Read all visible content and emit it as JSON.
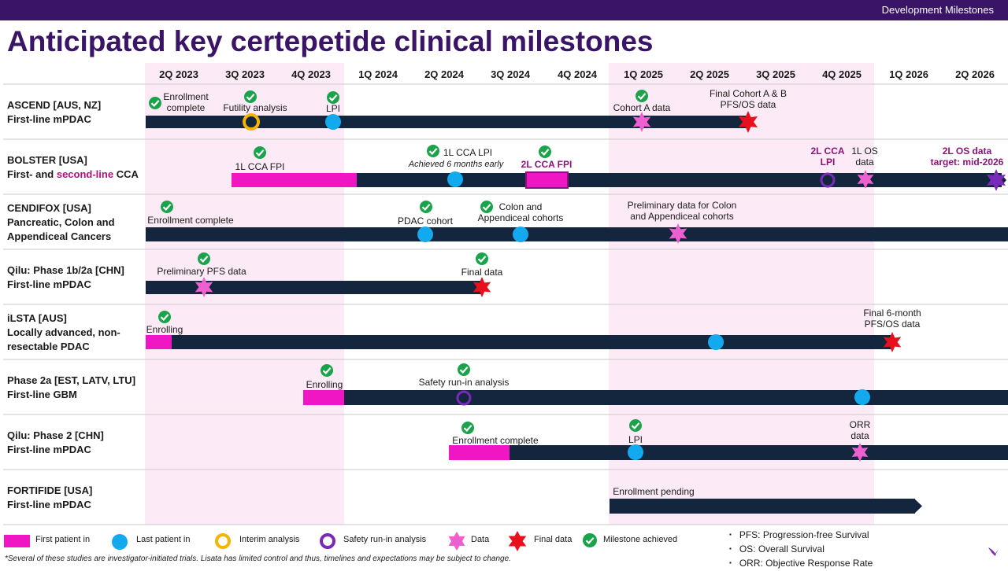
{
  "header": {
    "section": "Development Milestones",
    "title": "Anticipated key certepetide clinical milestones"
  },
  "quarters": [
    "2Q 2023",
    "3Q 2023",
    "4Q 2023",
    "1Q 2024",
    "2Q 2024",
    "3Q 2024",
    "4Q 2024",
    "1Q 2025",
    "2Q 2025",
    "3Q 2025",
    "4Q 2025",
    "1Q 2026",
    "2Q 2026"
  ],
  "trials": [
    {
      "name": "ASCEND [AUS, NZ]",
      "line2": "First-line mPDAC"
    },
    {
      "name": "BOLSTER [USA]",
      "line2_pre": "First- and ",
      "line2_accent": "second-line",
      "line2_post": " CCA"
    },
    {
      "name": "CENDIFOX [USA]",
      "line2": "Pancreatic, Colon and",
      "line3": "Appendiceal Cancers"
    },
    {
      "name": "Qilu: Phase 1b/2a [CHN]",
      "line2": "First-line mPDAC"
    },
    {
      "name": "iLSTA [AUS]",
      "line2": "Locally advanced, non-",
      "line3": "resectable PDAC"
    },
    {
      "name": "Phase 2a [EST, LATV, LTU]",
      "line2": "First-line GBM"
    },
    {
      "name": "Qilu: Phase 2 [CHN]",
      "line2": "First-line mPDAC"
    },
    {
      "name": "FORTIFIDE [USA]",
      "line2": "First-line mPDAC"
    }
  ],
  "labels": {
    "ascend": {
      "enroll1": "Enrollment",
      "enroll2": "complete",
      "futility": "Futility analysis",
      "lpi": "LPI",
      "cohortA": "Cohort A data",
      "final1": "Final Cohort A & B",
      "final2": "PFS/OS data"
    },
    "bolster": {
      "fpi": "1L CCA FPI",
      "lpi": "1L CCA LPI",
      "early": "Achieved 6 months early",
      "fpi2": "2L CCA FPI",
      "lpi2a": "2L CCA",
      "lpi2b": "LPI",
      "os1": "1L OS",
      "os2": "data",
      "target1": "2L OS data",
      "target2": "target: mid-2026"
    },
    "cendifox": {
      "enroll": "Enrollment complete",
      "pdac": "PDAC cohort",
      "colon1": "Colon and",
      "colon2": "Appendiceal cohorts",
      "prelim1": "Preliminary data for Colon",
      "prelim2": "and Appendiceal cohorts"
    },
    "qilu1": {
      "prelim": "Preliminary PFS data",
      "final": "Final data"
    },
    "ilsta": {
      "enrolling": "Enrolling",
      "final1": "Final 6-month",
      "final2": "PFS/OS data"
    },
    "phase2a": {
      "enrolling": "Enrolling",
      "safety": "Safety run-in analysis"
    },
    "qilu2": {
      "enroll": "Enrollment complete",
      "lpi": "LPI",
      "orr1": "ORR",
      "orr2": "data"
    },
    "fortifide": {
      "pending": "Enrollment pending"
    }
  },
  "legend": {
    "fpi": "First patient in",
    "lpi": "Last patient in",
    "interim": "Interim analysis",
    "safety": "Safety run-in analysis",
    "data": "Data",
    "final": "Final data",
    "achieved": "Milestone achieved"
  },
  "definitions": [
    "PFS: Progression-free Survival",
    "OS: Overall Survival",
    "ORR: Objective Response Rate"
  ],
  "footnote": "*Several of these studies are investigator-initiated trials. Lisata has limited control and thus, timelines and expectations may be subject to change.",
  "colors": {
    "brand": "#3a1466",
    "bar": "#13263e",
    "fpi": "#f016c4",
    "lpi": "#12a9ee",
    "interim": "#f5b400",
    "safety": "#7a2ab8",
    "data": "#ee5fd0",
    "final": "#e8101c",
    "achieved": "#1aa34a",
    "shade": "#fcebf6"
  }
}
